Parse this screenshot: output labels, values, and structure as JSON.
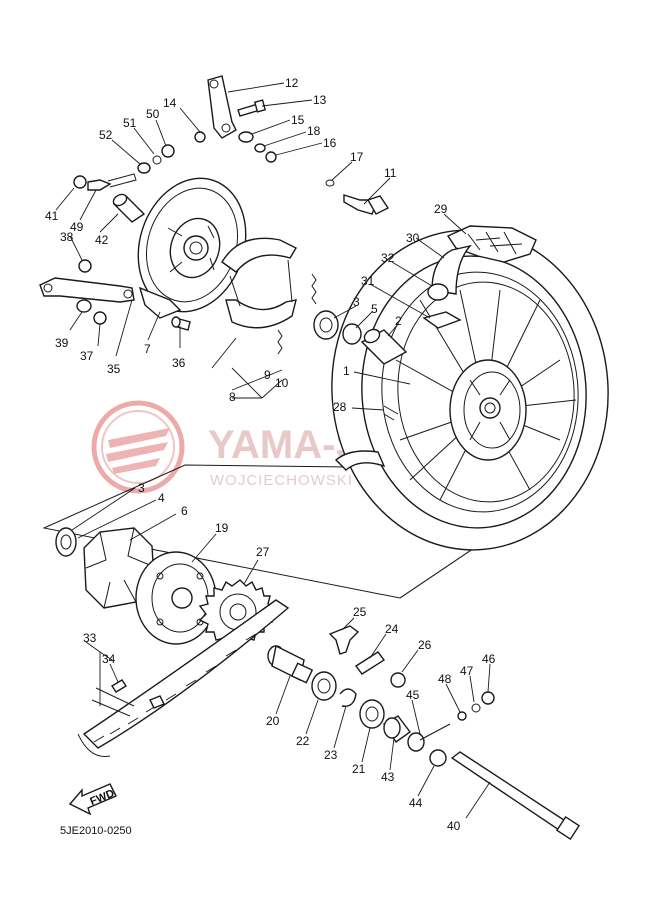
{
  "diagram_code": "5JE2010-0250",
  "fwd_label": "FWD",
  "watermark": {
    "title": "YAMA-SERWIS",
    "subtitle": "WOJCIECHOWSKI DEALER YAMAHA",
    "logo_color": "#e27b7b",
    "text_color": "#e9c8c8"
  },
  "callouts": [
    {
      "id": "c12",
      "text": "12"
    },
    {
      "id": "c13",
      "text": "13"
    },
    {
      "id": "c14",
      "text": "14"
    },
    {
      "id": "c50",
      "text": "50"
    },
    {
      "id": "c51",
      "text": "51"
    },
    {
      "id": "c52",
      "text": "52"
    },
    {
      "id": "c15",
      "text": "15"
    },
    {
      "id": "c18",
      "text": "18"
    },
    {
      "id": "c16",
      "text": "16"
    },
    {
      "id": "c17",
      "text": "17"
    },
    {
      "id": "c11",
      "text": "11"
    },
    {
      "id": "c41",
      "text": "41"
    },
    {
      "id": "c49",
      "text": "49"
    },
    {
      "id": "c42",
      "text": "42"
    },
    {
      "id": "c38",
      "text": "38"
    },
    {
      "id": "c29",
      "text": "29"
    },
    {
      "id": "c30",
      "text": "30"
    },
    {
      "id": "c32",
      "text": "32"
    },
    {
      "id": "c31",
      "text": "31"
    },
    {
      "id": "c3a",
      "text": "3"
    },
    {
      "id": "c5",
      "text": "5"
    },
    {
      "id": "c2",
      "text": "2"
    },
    {
      "id": "c39",
      "text": "39"
    },
    {
      "id": "c37",
      "text": "37"
    },
    {
      "id": "c35",
      "text": "35"
    },
    {
      "id": "c7",
      "text": "7"
    },
    {
      "id": "c36",
      "text": "36"
    },
    {
      "id": "c9",
      "text": "9"
    },
    {
      "id": "c10",
      "text": "10"
    },
    {
      "id": "c8",
      "text": "8"
    },
    {
      "id": "c1",
      "text": "1"
    },
    {
      "id": "c28",
      "text": "28"
    },
    {
      "id": "c3b",
      "text": "3"
    },
    {
      "id": "c4",
      "text": "4"
    },
    {
      "id": "c6",
      "text": "6"
    },
    {
      "id": "c19",
      "text": "19"
    },
    {
      "id": "c27",
      "text": "27"
    },
    {
      "id": "c25",
      "text": "25"
    },
    {
      "id": "c24",
      "text": "24"
    },
    {
      "id": "c26",
      "text": "26"
    },
    {
      "id": "c33",
      "text": "33"
    },
    {
      "id": "c34",
      "text": "34"
    },
    {
      "id": "c48",
      "text": "48"
    },
    {
      "id": "c47",
      "text": "47"
    },
    {
      "id": "c46",
      "text": "46"
    },
    {
      "id": "c45",
      "text": "45"
    },
    {
      "id": "c20",
      "text": "20"
    },
    {
      "id": "c22",
      "text": "22"
    },
    {
      "id": "c23",
      "text": "23"
    },
    {
      "id": "c21",
      "text": "21"
    },
    {
      "id": "c43",
      "text": "43"
    },
    {
      "id": "c44",
      "text": "44"
    },
    {
      "id": "c40",
      "text": "40"
    }
  ]
}
